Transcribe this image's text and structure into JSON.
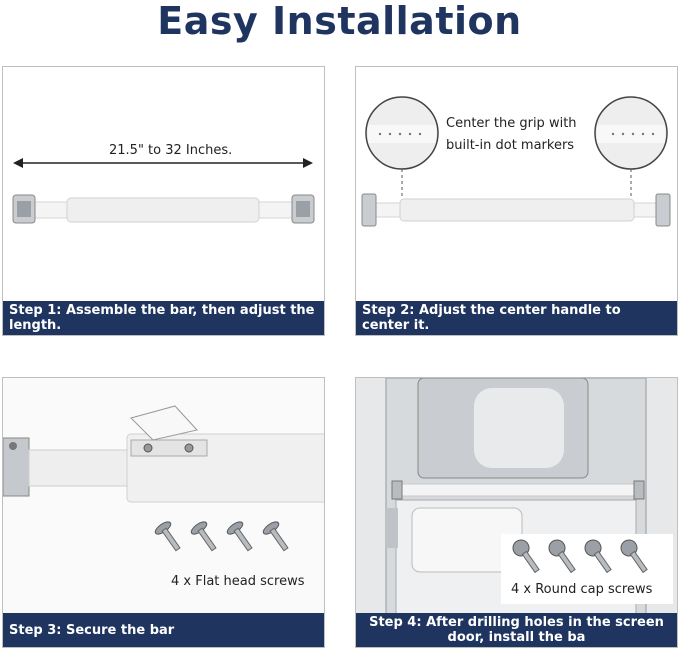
{
  "title": "Easy Installation",
  "step1": {
    "caption": "Step 1: Assemble the bar, then adjust the length.",
    "measurement": "21.5\" to 32 Inches."
  },
  "step2": {
    "caption": "Step 2: Adjust the center handle to center it.",
    "note_line1": "Center the grip with",
    "note_line2": "built-in dot markers"
  },
  "step3": {
    "caption": "Step 3: Secure the bar",
    "screw_label": "4 x Flat head screws"
  },
  "step4": {
    "caption": "Step 4: After drilling holes in the screen door, install the ba",
    "screw_label": "4 x Round cap screws"
  },
  "colors": {
    "navy": "#1f3560",
    "bar": "#f2f2f2",
    "metal": "#b8bcc0"
  }
}
